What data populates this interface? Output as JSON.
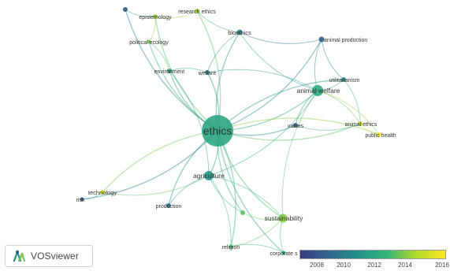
{
  "app": {
    "name": "VOSviewer",
    "logo_icon": "vosviewer-logo-icon"
  },
  "legend": {
    "ticks": [
      "2008",
      "2010",
      "2012",
      "2014",
      "2016"
    ],
    "colors": [
      "#3b3a83",
      "#31688e",
      "#21918c",
      "#35b779",
      "#b2d92a",
      "#fde725"
    ]
  },
  "nodes": [
    {
      "id": "ethics",
      "label": "ethics",
      "year": 2012.3,
      "weight": 100
    },
    {
      "id": "animal_welfare",
      "label": "animal welfare",
      "year": 2012.5,
      "weight": 22
    },
    {
      "id": "agriculture",
      "label": "agriculture",
      "year": 2011.7,
      "weight": 18
    },
    {
      "id": "sustainability",
      "label": "sustainability",
      "year": 2014.2,
      "weight": 16
    },
    {
      "id": "bioethics",
      "label": "bioethics",
      "year": 2010.8,
      "weight": 10
    },
    {
      "id": "animal_production",
      "label": "animal production",
      "year": 2009.4,
      "weight": 9
    },
    {
      "id": "utilitarianism",
      "label": "utilitarianism",
      "year": 2011.0,
      "weight": 8
    },
    {
      "id": "animal_ethics",
      "label": "animal ethics",
      "year": 2015.0,
      "weight": 10
    },
    {
      "id": "public_health",
      "label": "public health",
      "year": 2016.2,
      "weight": 7
    },
    {
      "id": "values",
      "label": "values",
      "year": 2009.4,
      "weight": 7
    },
    {
      "id": "environment",
      "label": "environment",
      "year": 2012.2,
      "weight": 8
    },
    {
      "id": "welfare",
      "label": "welfare",
      "year": 2010.8,
      "weight": 8
    },
    {
      "id": "epistemology",
      "label": "epistemology",
      "year": 2014.5,
      "weight": 9
    },
    {
      "id": "research_ethics",
      "label": "research ethics",
      "year": 2014.6,
      "weight": 8
    },
    {
      "id": "political_ecology",
      "label": "political ecology",
      "year": 2014.0,
      "weight": 7
    },
    {
      "id": "technology",
      "label": "technology",
      "year": 2015.5,
      "weight": 9
    },
    {
      "id": "risk",
      "label": "risk",
      "year": 2009.0,
      "weight": 7
    },
    {
      "id": "production",
      "label": "production",
      "year": 2010.2,
      "weight": 8
    },
    {
      "id": "religion",
      "label": "religion",
      "year": 2013.4,
      "weight": 7
    },
    {
      "id": "corporate_s",
      "label": "corporate s",
      "year": 2012.0,
      "weight": 6
    },
    {
      "id": "unlabeled_topleft",
      "label": "",
      "year": 2009.2,
      "weight": 6
    },
    {
      "id": "unlabeled_center",
      "label": "",
      "year": 2013.6,
      "weight": 6
    }
  ],
  "edges": [
    [
      "ethics",
      "animal_welfare"
    ],
    [
      "ethics",
      "agriculture"
    ],
    [
      "ethics",
      "sustainability"
    ],
    [
      "ethics",
      "bioethics"
    ],
    [
      "ethics",
      "animal_production"
    ],
    [
      "ethics",
      "utilitarianism"
    ],
    [
      "ethics",
      "animal_ethics"
    ],
    [
      "ethics",
      "public_health"
    ],
    [
      "ethics",
      "values"
    ],
    [
      "ethics",
      "environment"
    ],
    [
      "ethics",
      "welfare"
    ],
    [
      "ethics",
      "epistemology"
    ],
    [
      "ethics",
      "research_ethics"
    ],
    [
      "ethics",
      "political_ecology"
    ],
    [
      "ethics",
      "technology"
    ],
    [
      "ethics",
      "risk"
    ],
    [
      "ethics",
      "production"
    ],
    [
      "ethics",
      "religion"
    ],
    [
      "ethics",
      "corporate_s"
    ],
    [
      "ethics",
      "unlabeled_topleft"
    ],
    [
      "ethics",
      "unlabeled_center"
    ],
    [
      "animal_welfare",
      "animal_production"
    ],
    [
      "animal_welfare",
      "utilitarianism"
    ],
    [
      "animal_welfare",
      "animal_ethics"
    ],
    [
      "animal_welfare",
      "values"
    ],
    [
      "animal_welfare",
      "bioethics"
    ],
    [
      "animal_welfare",
      "sustainability"
    ],
    [
      "animal_welfare",
      "agriculture"
    ],
    [
      "animal_welfare",
      "welfare"
    ],
    [
      "animal_welfare",
      "public_health"
    ],
    [
      "animal_ethics",
      "public_health"
    ],
    [
      "animal_ethics",
      "values"
    ],
    [
      "animal_ethics",
      "utilitarianism"
    ],
    [
      "agriculture",
      "sustainability"
    ],
    [
      "agriculture",
      "production"
    ],
    [
      "agriculture",
      "religion"
    ],
    [
      "agriculture",
      "environment"
    ],
    [
      "agriculture",
      "technology"
    ],
    [
      "agriculture",
      "unlabeled_center"
    ],
    [
      "sustainability",
      "religion"
    ],
    [
      "sustainability",
      "corporate_s"
    ],
    [
      "sustainability",
      "unlabeled_center"
    ],
    [
      "bioethics",
      "animal_production"
    ],
    [
      "bioethics",
      "research_ethics"
    ],
    [
      "bioethics",
      "welfare"
    ],
    [
      "epistemology",
      "political_ecology"
    ],
    [
      "epistemology",
      "research_ethics"
    ],
    [
      "environment",
      "welfare"
    ],
    [
      "environment",
      "political_ecology"
    ],
    [
      "technology",
      "risk"
    ],
    [
      "animal_production",
      "utilitarianism"
    ],
    [
      "religion",
      "corporate_s"
    ],
    [
      "unlabeled_topleft",
      "epistemology"
    ]
  ]
}
